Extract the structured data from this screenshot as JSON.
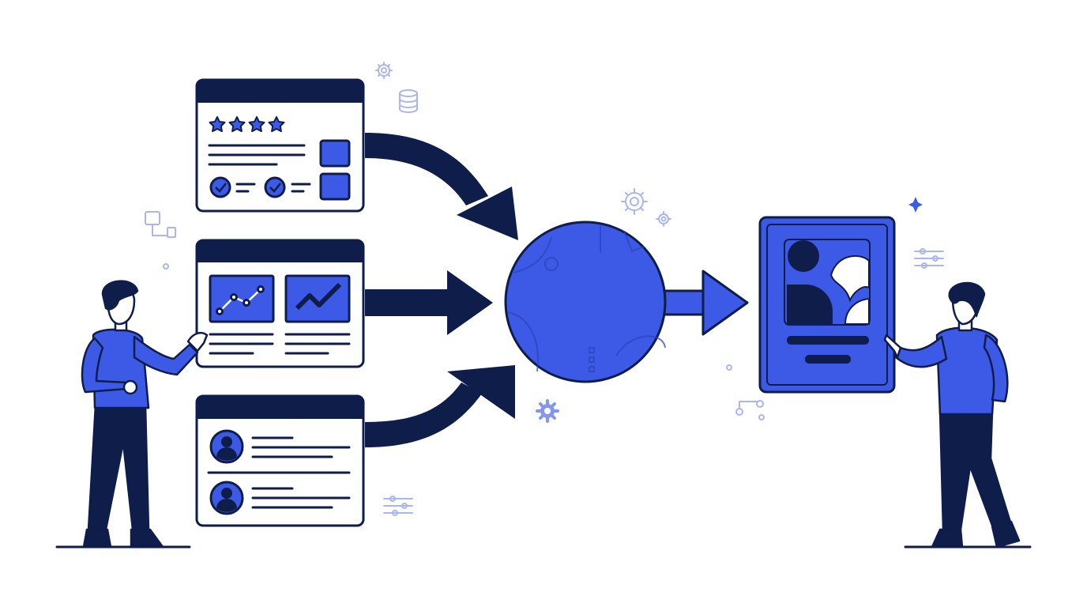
{
  "palette": {
    "navy": "#0f1d4a",
    "blue": "#3d5ae6",
    "light_blue": "#a9b6f2",
    "background": "#ffffff"
  },
  "source_cards": [
    {
      "name": "reviews-card",
      "rating_stars": 4,
      "star_half": true,
      "checkmarks": 2,
      "icon": "star-icon"
    },
    {
      "name": "analytics-card",
      "charts": 2,
      "icon": "line-chart-icon"
    },
    {
      "name": "profiles-card",
      "avatars": 2,
      "icon": "user-avatar-icon"
    }
  ],
  "hub": {
    "icon": "processing-circle"
  },
  "output_card": {
    "icon": "abstract-shapes-icon"
  },
  "people": [
    {
      "name": "person-presenting-left"
    },
    {
      "name": "person-pointing-right"
    }
  ],
  "decor_icons": [
    "gear-icon",
    "database-icon",
    "workflow-icon",
    "sliders-icon",
    "sparkle-icon"
  ]
}
